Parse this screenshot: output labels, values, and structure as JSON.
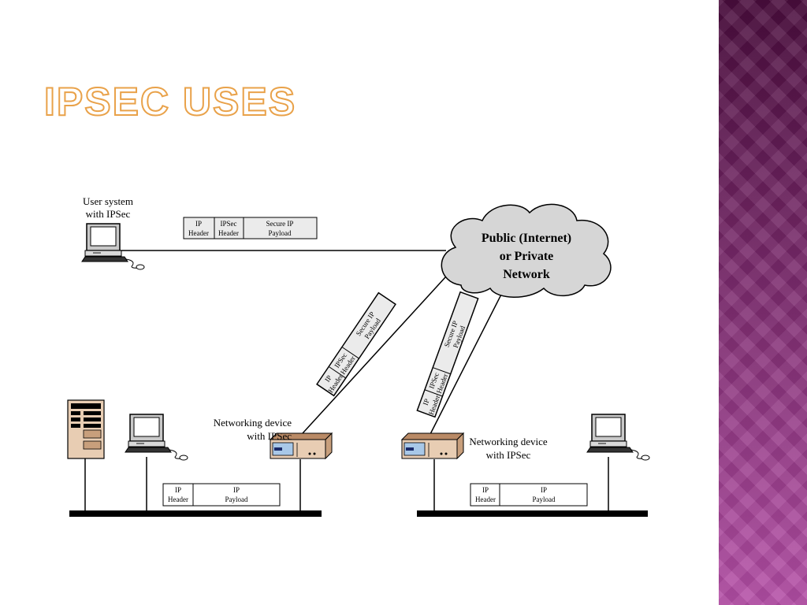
{
  "slide": {
    "title": "IPSec Uses"
  },
  "diagram": {
    "cloud": {
      "line1": "Public (Internet)",
      "line2": "or Private",
      "line3": "Network"
    },
    "user_system": {
      "line1": "User system",
      "line2": "with IPSec"
    },
    "net_device_left": {
      "line1": "Networking device",
      "line2": "with IPSec"
    },
    "net_device_right": {
      "line1": "Networking device",
      "line2": "with IPSec"
    },
    "ipsec_packet": {
      "ip_header": [
        "IP",
        "Header"
      ],
      "ipsec_header": [
        "IPSec",
        "Header"
      ],
      "payload": [
        "Secure IP",
        "Payload"
      ]
    },
    "plain_packet": {
      "ip_header": [
        "IP",
        "Header"
      ],
      "payload": [
        "IP",
        "Payload"
      ]
    }
  },
  "colors": {
    "title_stroke": "#e9a24a",
    "side_band": "#7a2a6c",
    "cloud_fill": "#d6d6d6",
    "device_fill": "#e8cdb3"
  }
}
